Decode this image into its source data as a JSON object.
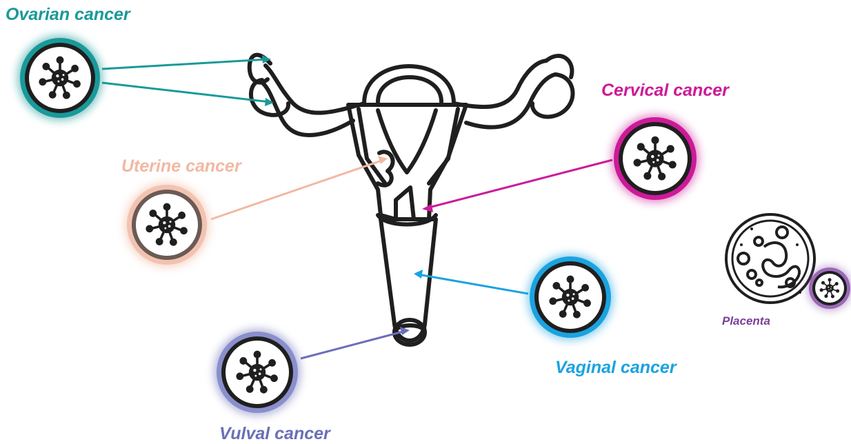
{
  "labels": {
    "ovarian": "Ovarian cancer",
    "uterine": "Uterine cancer",
    "cervical": "Cervical cancer",
    "vaginal": "Vaginal cancer",
    "vulval": "Vulval cancer",
    "placenta": "Placenta"
  },
  "colors": {
    "ovarian": "#1a9999",
    "uterine": "#f2b8a2",
    "cervical": "#cc1a99",
    "vaginal": "#1aa3e0",
    "vulval": "#6a6fb8",
    "placenta": "#7a3f99",
    "outline": "#1f1f1f"
  },
  "icons": {
    "cancer_cell": "virus-cell-icon",
    "organ": "uterus-icon",
    "placenta": "placenta-fetus-icon"
  }
}
